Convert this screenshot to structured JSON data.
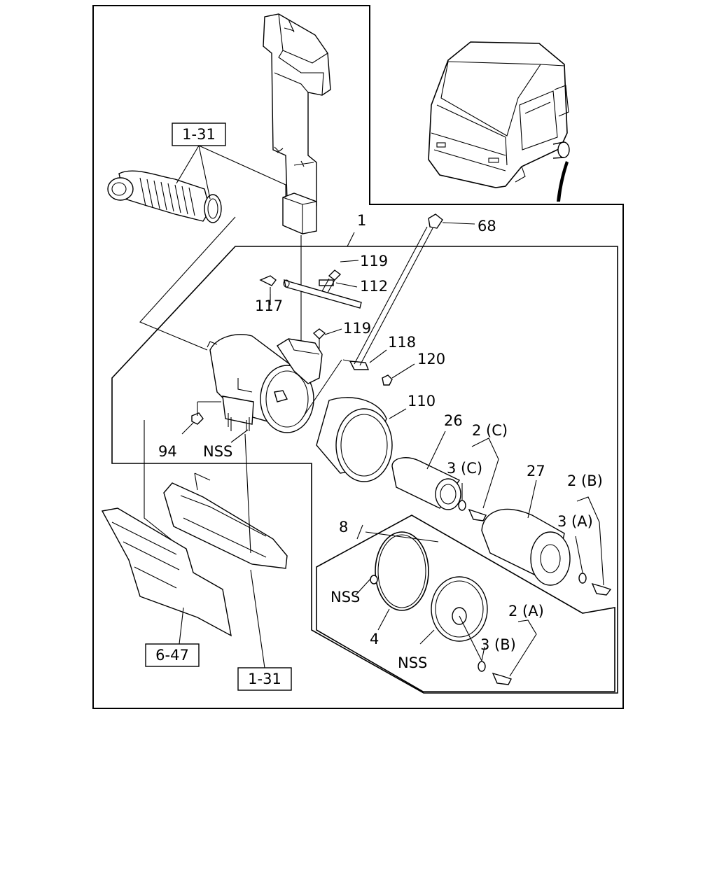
{
  "refs": {
    "hose_ref": "1-31",
    "bracket_ref": "1-31",
    "panel_ref": "6-47"
  },
  "labels": {
    "assembly": "1",
    "connector_68": "68",
    "bolt_119_top": "119",
    "hose_112": "112",
    "fitting_117": "117",
    "bolt_119_mid": "119",
    "clip_118": "118",
    "nut_120": "120",
    "band_110": "110",
    "element_26": "26",
    "wingnut_2c": "2 (C)",
    "washer_3c": "3 (C)",
    "element_27": "27",
    "wingnut_2b": "2 (B)",
    "washer_3a": "3 (A)",
    "cover_8": "8",
    "bolt_94": "94",
    "nss_bolts": "NSS",
    "nss_washer": "NSS",
    "ring_4": "4",
    "nss_cover": "NSS",
    "wingnut_2a": "2 (A)",
    "washer_3b": "3 (B)"
  }
}
